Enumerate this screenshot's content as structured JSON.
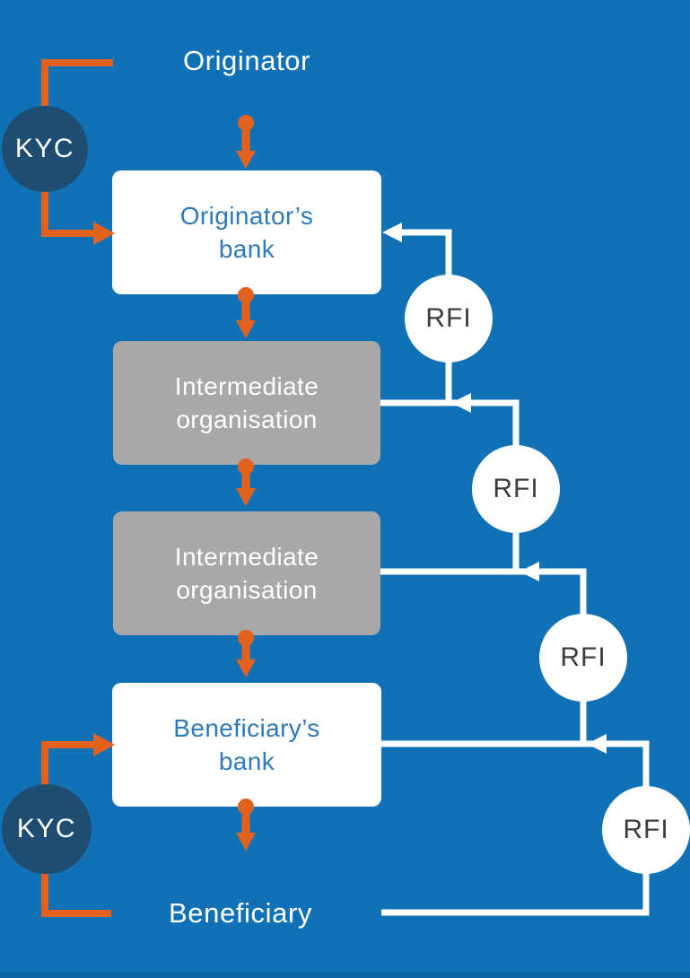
{
  "colors": {
    "background": "#1171b6",
    "footer_bar": "#0e63a3",
    "flow_orange": "#e2611c",
    "kyc_navy": "#1e4d71",
    "intermediate_gray": "#a8a8a8",
    "bank_text_blue": "#2e79ba",
    "rfi_text_dark": "#3d3d3d",
    "line_white": "#ffffff"
  },
  "labels": {
    "originator": "Originator",
    "beneficiary": "Beneficiary"
  },
  "boxes": [
    {
      "id": "originator-bank",
      "line1": "Originator’s",
      "line2": "bank",
      "variant": "white"
    },
    {
      "id": "intermediate-1",
      "line1": "Intermediate",
      "line2": "organisation",
      "variant": "gray"
    },
    {
      "id": "intermediate-2",
      "line1": "Intermediate",
      "line2": "organisation",
      "variant": "gray"
    },
    {
      "id": "beneficiary-bank",
      "line1": "Beneficiary’s",
      "line2": "bank",
      "variant": "white"
    }
  ],
  "badges": {
    "kyc": [
      {
        "label": "KYC"
      },
      {
        "label": "KYC"
      }
    ],
    "rfi": [
      {
        "label": "RFI"
      },
      {
        "label": "RFI"
      },
      {
        "label": "RFI"
      },
      {
        "label": "RFI"
      }
    ]
  }
}
